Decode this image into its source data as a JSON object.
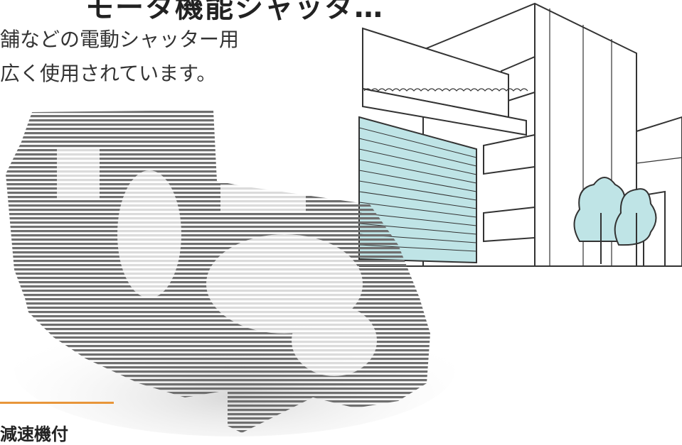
{
  "header": {
    "title_fragment": "モータ機能シャッタ…"
  },
  "intro": {
    "line1": "舗などの電動シャッター用",
    "line2": "広く使用されています。"
  },
  "footer": {
    "label_fragment": "減速機付"
  },
  "colors": {
    "accent_line": "#e8963a",
    "shutter_tint": "#bfe4e6",
    "line_ink": "#333333"
  }
}
